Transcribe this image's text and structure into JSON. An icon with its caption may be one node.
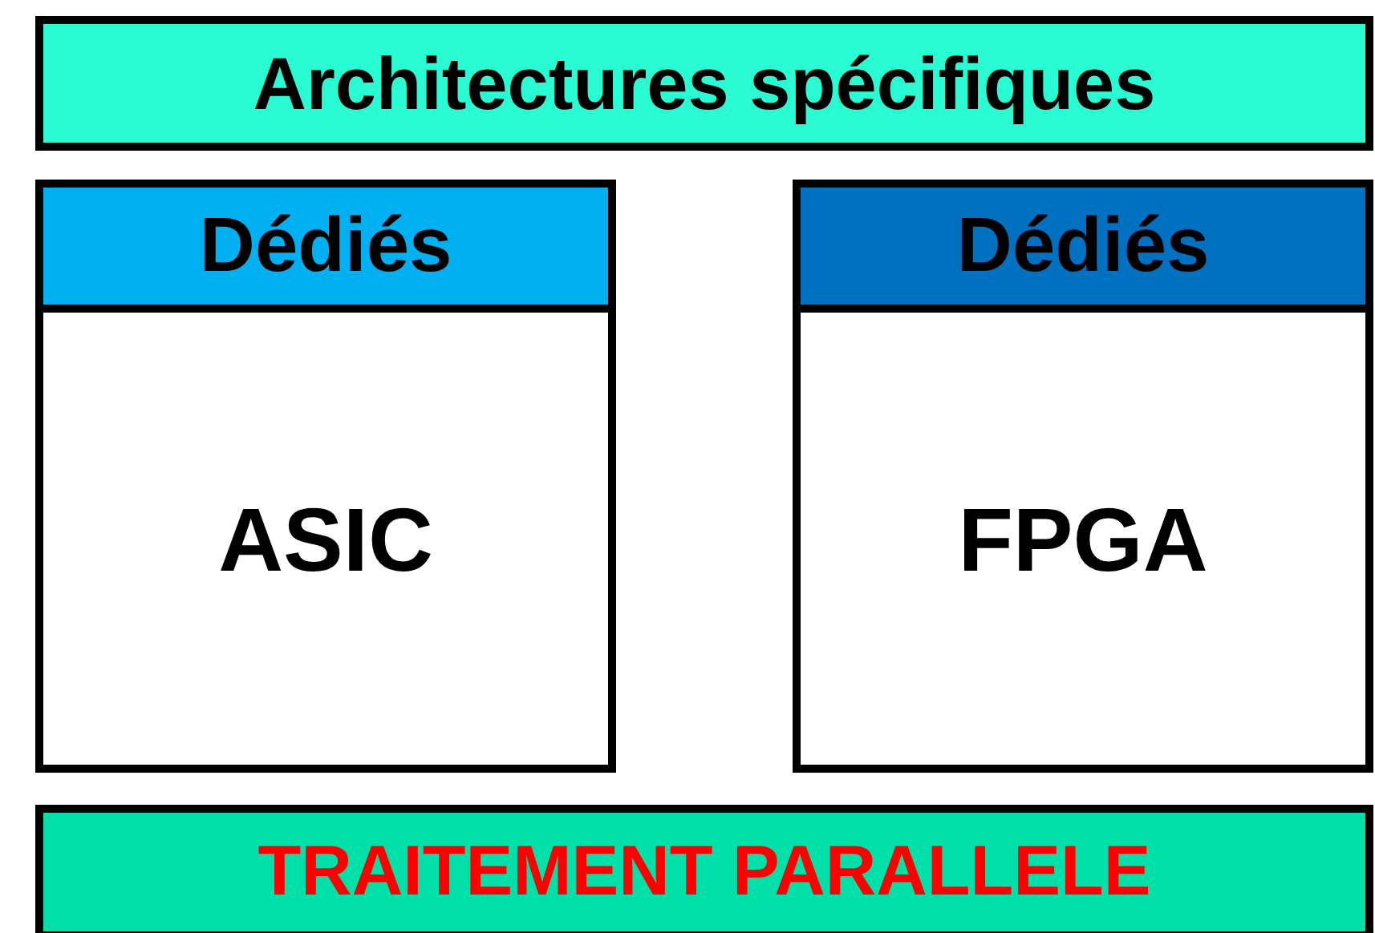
{
  "diagram": {
    "nodes": [
      {
        "text": [
          "Architectures spécifiques"
        ]
      },
      {
        "text": [
          "Dédiés",
          "ASIC"
        ]
      },
      {
        "text": [
          "Dédiés",
          "FPGA"
        ]
      },
      {
        "text": [
          "TRAITEMENT PARALLELE"
        ]
      }
    ]
  }
}
